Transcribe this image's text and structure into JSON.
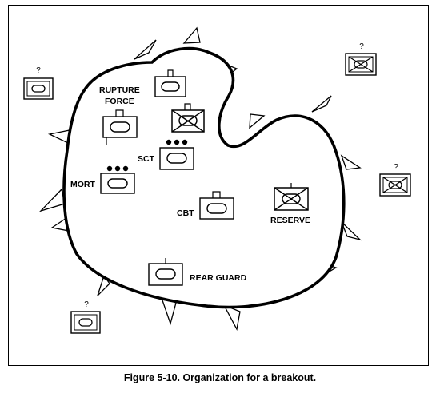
{
  "labels": {
    "rupture_force_line1": "RUPTURE",
    "rupture_force_line2": "FORCE",
    "sct": "SCT",
    "mort": "MORT",
    "cbt": "CBT",
    "reserve": "RESERVE",
    "rear_guard": "REAR GUARD"
  },
  "unknown_marker": "?",
  "caption": "Figure 5-10.   Organization for a breakout.",
  "colors": {
    "ink": "#000000",
    "background": "#ffffff"
  }
}
